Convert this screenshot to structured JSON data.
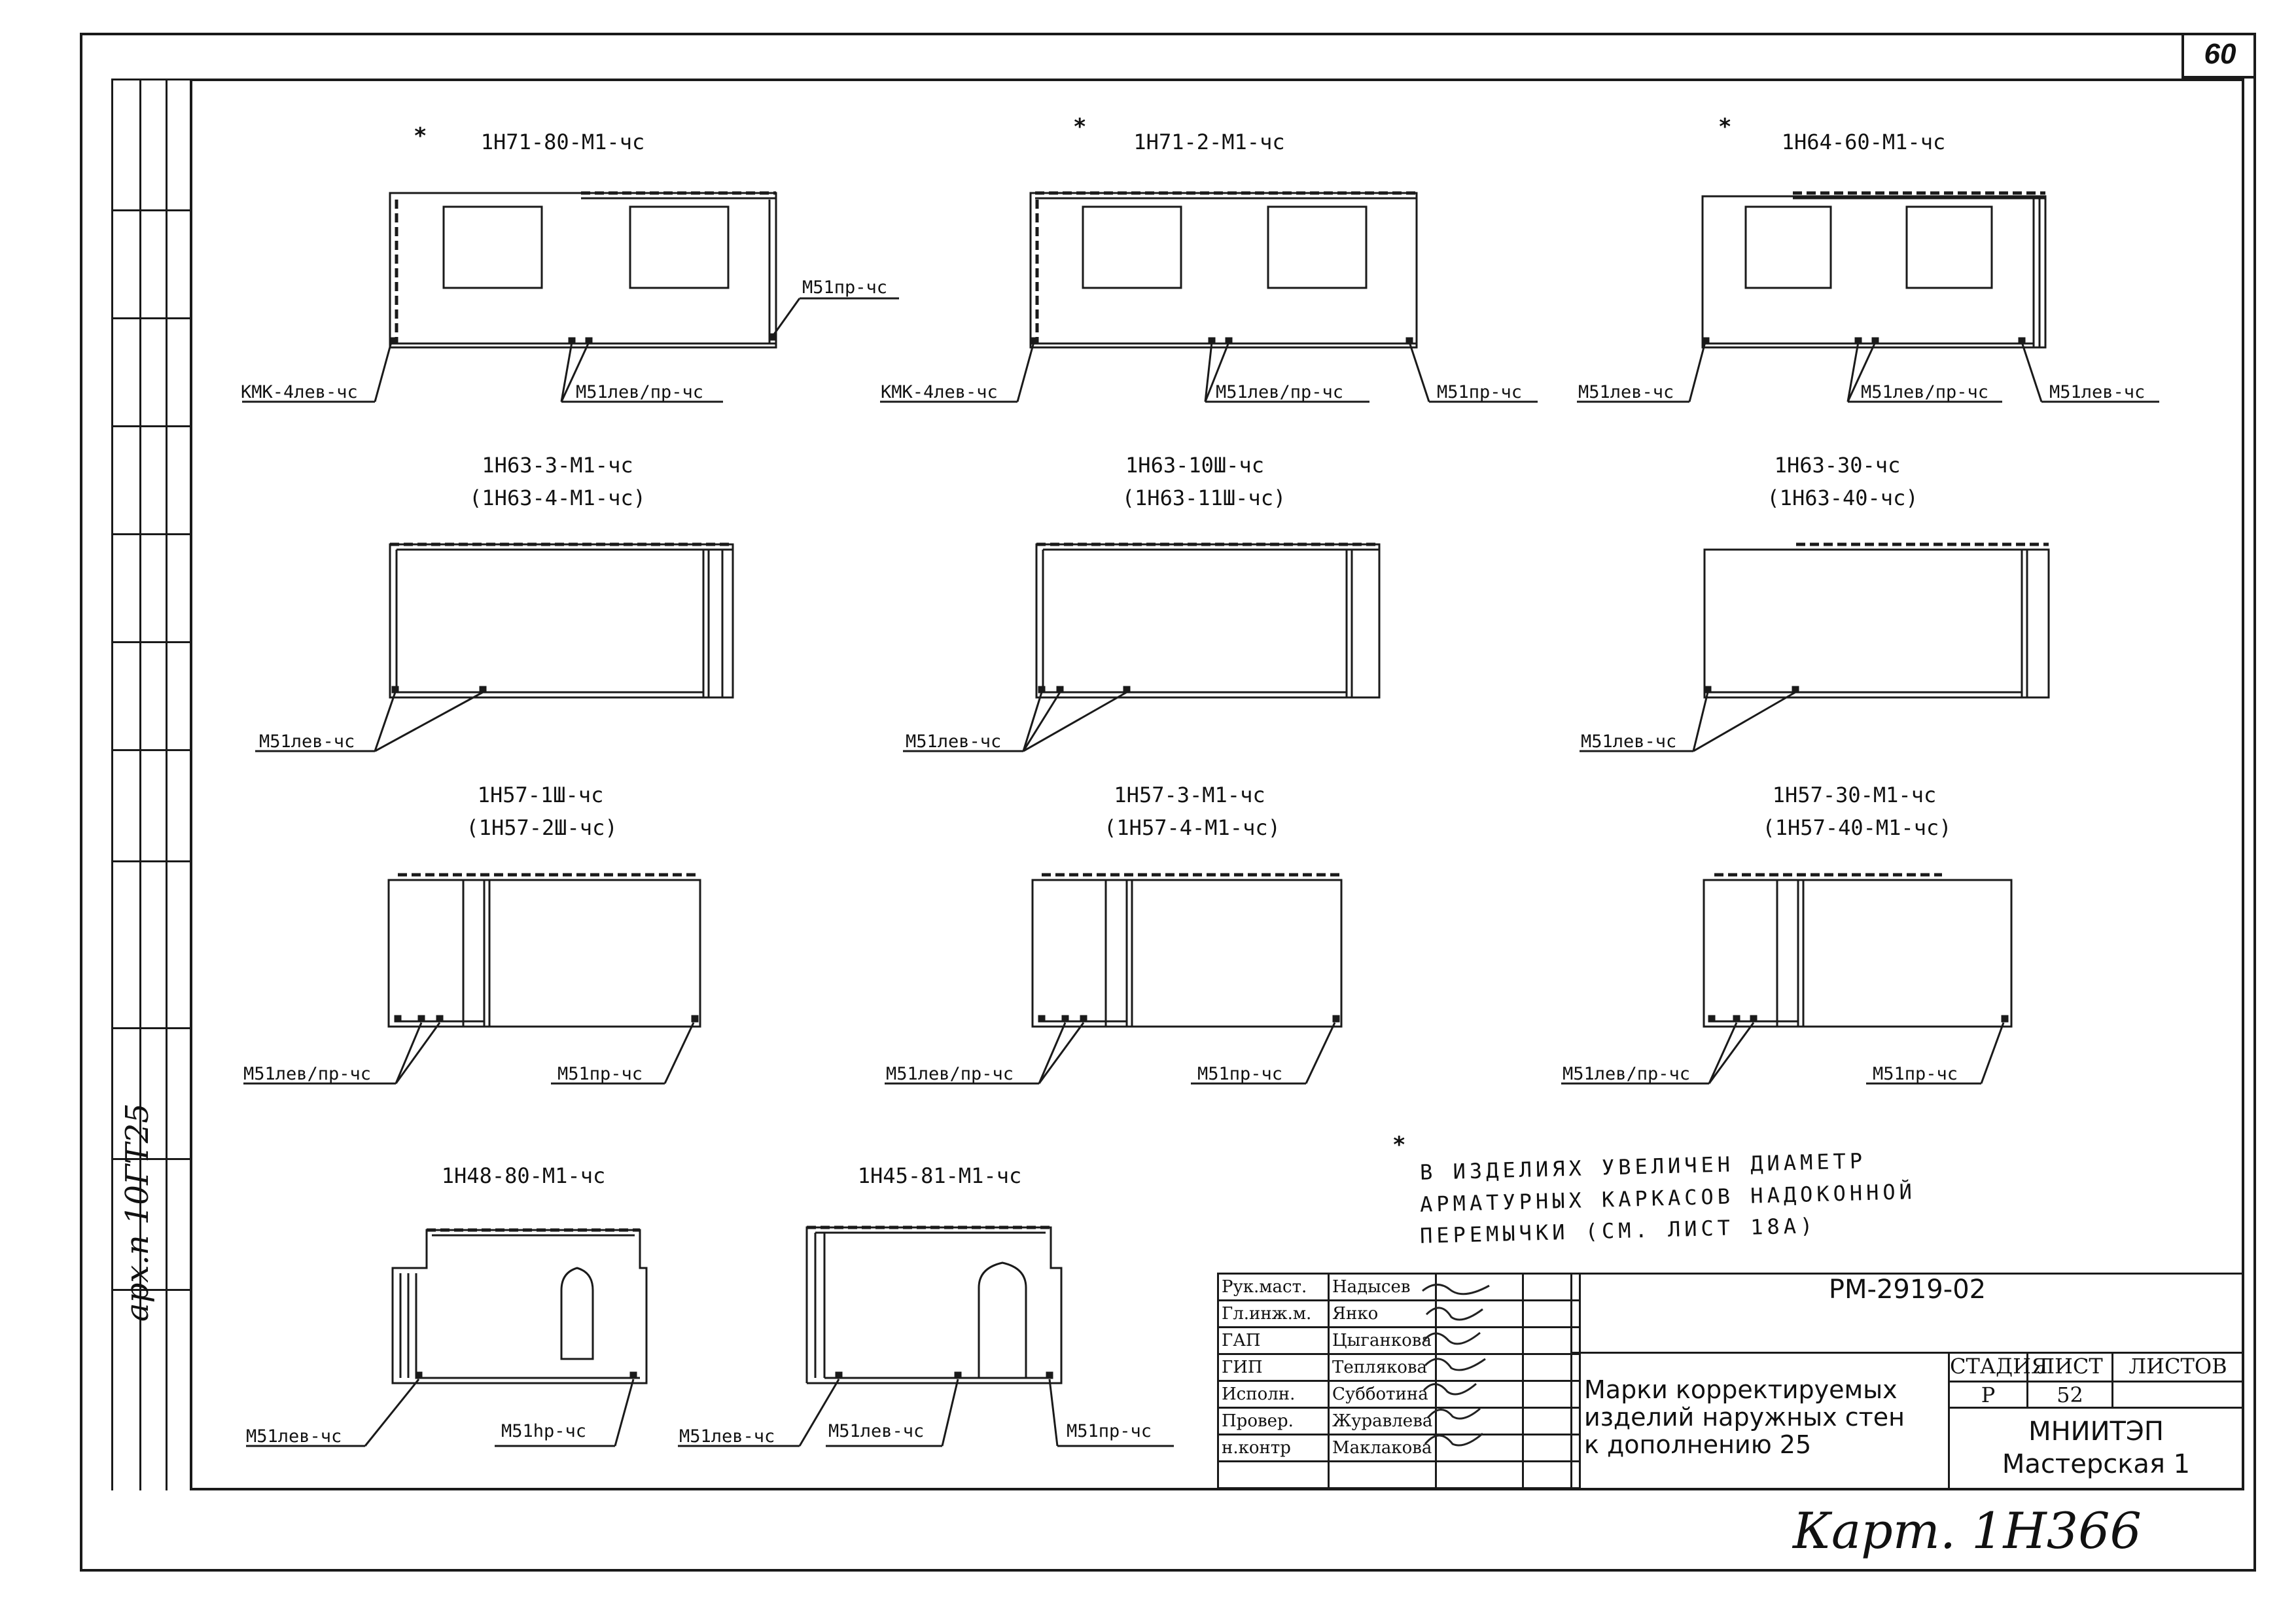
{
  "sheet_corner_number": "60",
  "strip_text": "арх.п 10ГТ25",
  "panels": [
    {
      "mark": "1Н71-80-М1-чс",
      "alt": "",
      "star": true
    },
    {
      "mark": "1Н71-2-М1-чс",
      "alt": "",
      "star": true
    },
    {
      "mark": "1Н64-60-М1-чс",
      "alt": "",
      "star": true
    },
    {
      "mark": "1Н63-3-М1-чс",
      "alt": "(1Н63-4-М1-чс)",
      "star": false
    },
    {
      "mark": "1Н63-10Ш-чс",
      "alt": "(1Н63-11Ш-чс)",
      "star": false
    },
    {
      "mark": "1Н63-30-чс",
      "alt": "(1Н63-40-чс)",
      "star": false
    },
    {
      "mark": "1Н57-1Ш-чс",
      "alt": "(1Н57-2Ш-чс)",
      "star": false
    },
    {
      "mark": "1Н57-3-М1-чс",
      "alt": "(1Н57-4-М1-чс)",
      "star": false
    },
    {
      "mark": "1Н57-30-М1-чс",
      "alt": "(1Н57-40-М1-чс)",
      "star": false
    },
    {
      "mark": "1Н48-80-М1-чс",
      "alt": "",
      "star": false
    },
    {
      "mark": "1Н45-81-М1-чс",
      "alt": "",
      "star": false
    }
  ],
  "labels": {
    "p1_left": "КМК-4лев-чс",
    "p1_mid": "М51лев/пр-чс",
    "p1_right": "М51пр-чс",
    "p2_left": "КМК-4лев-чс",
    "p2_mid": "М51лев/пр-чс",
    "p2_right": "М51пр-чс",
    "p3_left": "М51лев-чс",
    "p3_mid": "М51лев/пр-чс",
    "p3_right": "М51лев-чс",
    "p4_left": "М51лев-чс",
    "p5_left": "М51лев-чс",
    "p6_left": "М51лев-чс",
    "p7_left": "М51лев/пр-чс",
    "p7_right": "М51пр-чс",
    "p8_left": "М51лев/пр-чс",
    "p8_right": "М51пр-чс",
    "p9_left": "М51лев/пр-чс",
    "p9_right": "М51пр-чс",
    "p10_left": "М51лев-чс",
    "p10_right": "М51hр-чс",
    "p11_left": "М51лев-чс",
    "p11_mid": "М51лев-чс",
    "p11_right": "М51пр-чс"
  },
  "note": {
    "star": "*",
    "line1": "В ИЗДЕЛИЯХ   УВЕЛИЧЕН   ДИАМЕТР",
    "line2": "АРМАТУРНЫХ   КАРКАСОВ   НАДОКОННОЙ",
    "line3": "ПЕРЕМЫЧКИ   (СМ. ЛИСТ 18А)"
  },
  "stamp": {
    "rows": [
      {
        "role": "Рук.маст.",
        "name": "Надысев"
      },
      {
        "role": "Гл.инж.м.",
        "name": "Янко"
      },
      {
        "role": "ГАП",
        "name": "Цыганкова"
      },
      {
        "role": "ГИП",
        "name": "Теплякова"
      },
      {
        "role": "Исполн.",
        "name": "Субботина"
      },
      {
        "role": "Провер.",
        "name": "Журавлева"
      },
      {
        "role": "н.контр",
        "name": "Маклакова"
      }
    ],
    "code": "РМ-2919-02",
    "title_l1": "Марки корректируемых",
    "title_l2": "изделий наружных стен",
    "title_l3": "к дополнению 25",
    "h_stage": "СТАДИЯ",
    "h_sheet": "ЛИСТ",
    "h_sheets": "ЛИСТОВ",
    "v_stage": "Р",
    "v_sheet": "52",
    "v_sheets": "",
    "org_l1": "МНИИТЭП",
    "org_l2": "Мастерская 1"
  },
  "handwritten_note": "Карт. 1Н366"
}
